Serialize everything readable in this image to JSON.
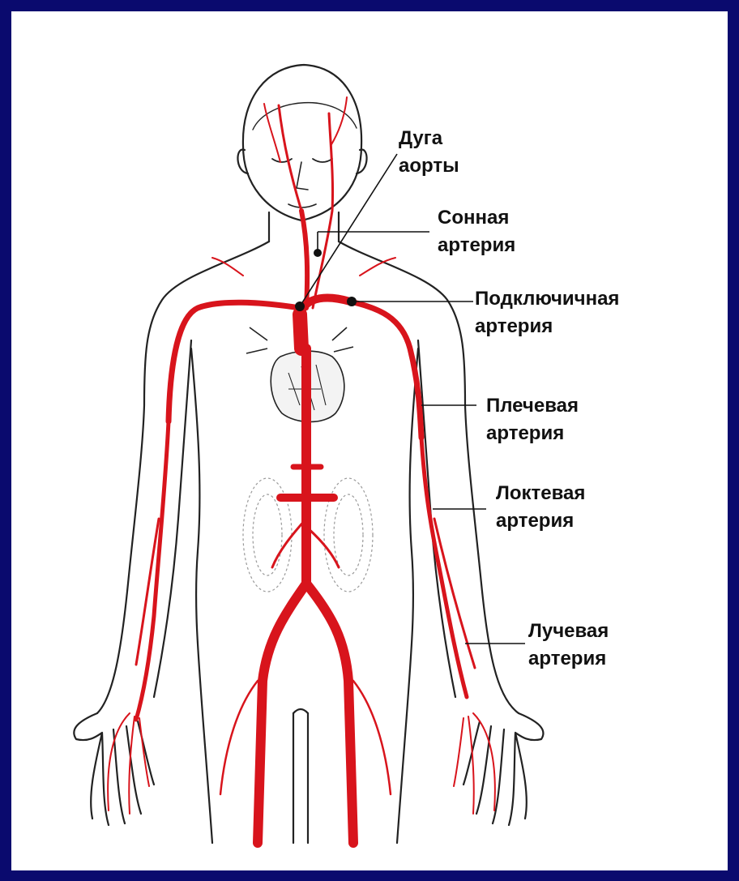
{
  "colors": {
    "frame_border": "#0a0a6e",
    "background": "#ffffff",
    "artery": "#d8141c",
    "outline": "#222222",
    "label_text": "#111111"
  },
  "labels": {
    "aortic_arch": {
      "line1": "Дуга",
      "line2": "аорты"
    },
    "carotid": {
      "line1": "Сонная",
      "line2": "артерия"
    },
    "subclavian": {
      "line1": "Подключичная",
      "line2": "артерия"
    },
    "brachial": {
      "line1": "Плечевая",
      "line2": "артерия"
    },
    "ulnar": {
      "line1": "Локтевая",
      "line2": "артерия"
    },
    "radial": {
      "line1": "Лучевая",
      "line2": "артерия"
    }
  }
}
